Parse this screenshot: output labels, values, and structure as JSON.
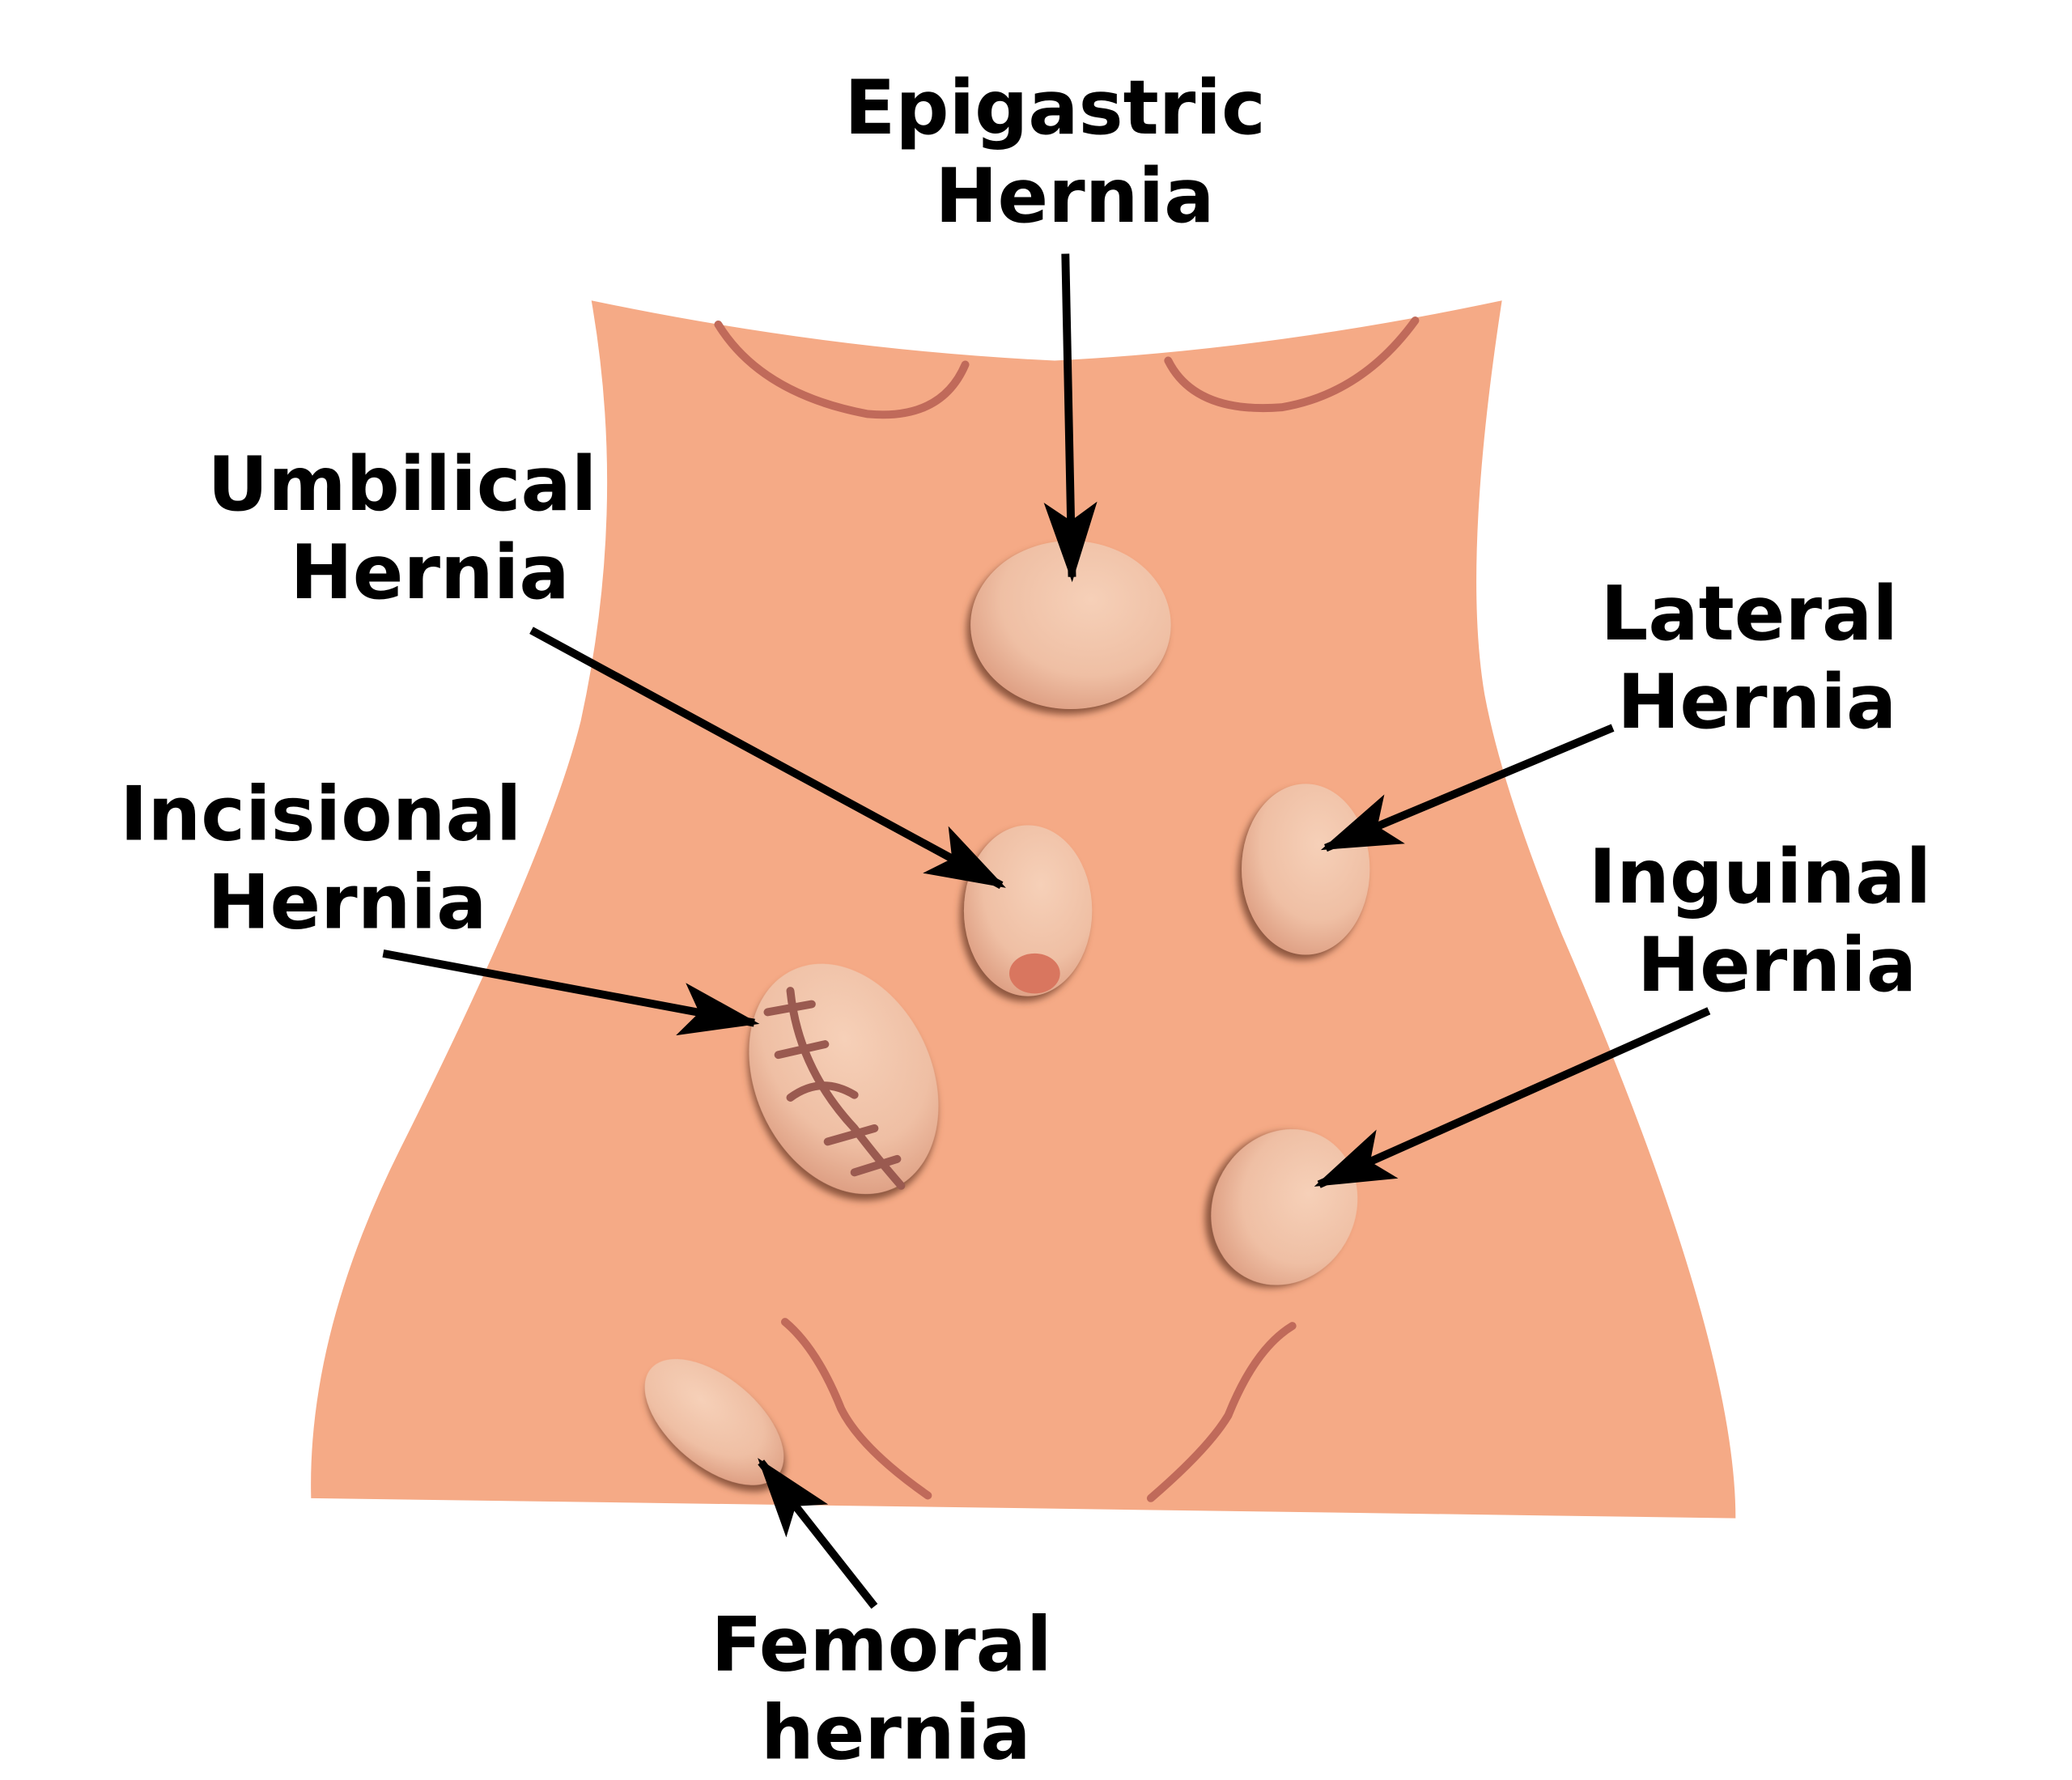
{
  "labels": {
    "epigastric": [
      "Epigastric",
      "Hernia"
    ],
    "umbilical": [
      "Umbilical",
      "Hernia"
    ],
    "lateral": [
      "Lateral",
      "Hernia"
    ],
    "incisional": [
      "Incisional",
      "Hernia"
    ],
    "inguinal": [
      "Inguinal",
      "Hernia"
    ],
    "femoral": [
      "Femoral",
      "hernia"
    ]
  },
  "colors": {
    "skin": "#f5aa86",
    "bulge_light": "#f6d0b8",
    "bulge_edge": "#d9967a",
    "shadow": "#8a5a40",
    "navel": "#d9765f",
    "skin_line": "#c06a5a"
  }
}
